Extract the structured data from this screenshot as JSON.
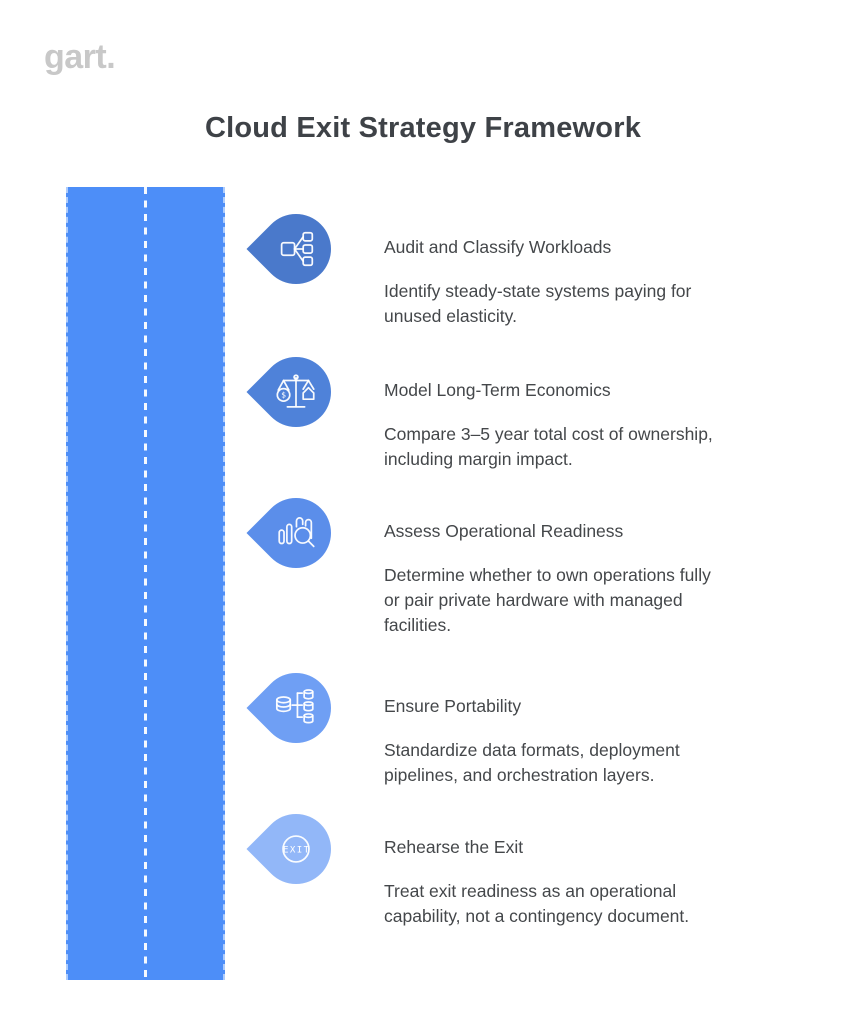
{
  "brand": {
    "logo_text": "gart."
  },
  "header": {
    "title": "Cloud Exit Strategy Framework"
  },
  "timeline": {
    "bar_color": "#4D8EF8",
    "dash_color": "#FFFFFF"
  },
  "text_colors": {
    "title": "#3E4247",
    "body": "#44474A",
    "logo": "#C8C8C8"
  },
  "steps": [
    {
      "title": "Audit and Classify Workloads",
      "description": "Identify steady-state systems paying for\nunused elasticity.",
      "icon": "workload-audit-icon",
      "color": "#4A79CB"
    },
    {
      "title": "Model Long-Term Economics",
      "description": "Compare 3–5 year total cost of ownership,\nincluding margin impact.",
      "icon": "cost-scale-icon",
      "icon_label": "$",
      "color": "#4F82D9"
    },
    {
      "title": "Assess Operational Readiness",
      "description": "Determine whether to own operations fully\nor pair private hardware with managed\nfacilities.",
      "icon": "readiness-analysis-icon",
      "color": "#5B8EEA"
    },
    {
      "title": "Ensure Portability",
      "description": "Standardize data formats, deployment\npipelines, and orchestration layers.",
      "icon": "data-portability-icon",
      "color": "#6F9FF4"
    },
    {
      "title": "Rehearse the Exit",
      "description": "Treat exit readiness as an operational\ncapability, not a contingency document.",
      "icon": "exit-sign-icon",
      "icon_label": "EXIT",
      "color": "#92B7F8"
    }
  ]
}
